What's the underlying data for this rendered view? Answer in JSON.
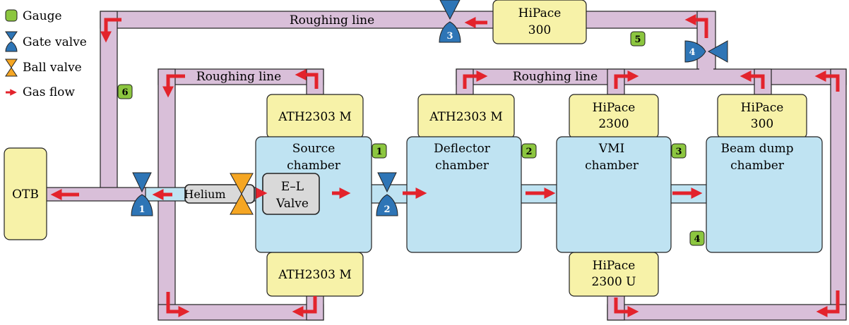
{
  "legend": {
    "gauge": "Gauge",
    "gate_valve": "Gate valve",
    "ball_valve": "Ball valve",
    "gas_flow": "Gas flow"
  },
  "roughing_lines": [
    "Roughing line",
    "Roughing line",
    "Roughing line"
  ],
  "pumps": {
    "source_top": "ATH2303 M",
    "source_bottom": "ATH2303 M",
    "deflector_top": "ATH2303 M",
    "vmi_top": [
      "HiPace",
      "2300"
    ],
    "vmi_bottom": [
      "HiPace",
      "2300 U"
    ],
    "dump_top": [
      "HiPace",
      "300"
    ],
    "roughing_top": [
      "HiPace",
      "300"
    ]
  },
  "chambers": {
    "source": [
      "Source",
      "chamber"
    ],
    "deflector": [
      "Deflector",
      "chamber"
    ],
    "vmi": [
      "VMI",
      "chamber"
    ],
    "dump": [
      "Beam dump",
      "chamber"
    ]
  },
  "otb": "OTB",
  "helium": "Helium",
  "el_valve": [
    "E–L",
    "Valve"
  ],
  "gauges": [
    "1",
    "2",
    "3",
    "4",
    "5",
    "6"
  ],
  "gate_valves": [
    "1",
    "2",
    "3",
    "4"
  ],
  "colors": {
    "line_fill": "#d9bfd9",
    "chamber_fill": "#bfe3f2",
    "pump_fill": "#f7f2a8",
    "gauge_fill": "#8cc63f",
    "gate_valve": "#2e75b6",
    "ball_valve": "#f5a623",
    "arrow": "#e3232c"
  }
}
